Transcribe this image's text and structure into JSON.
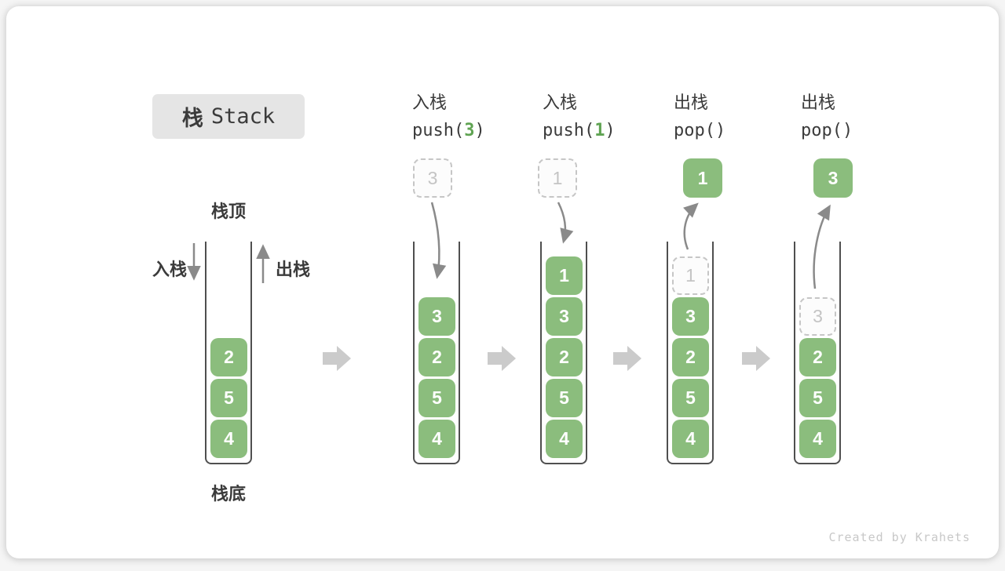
{
  "title": {
    "zh": "栈",
    "en": "Stack"
  },
  "legend": {
    "top": "栈顶",
    "bottom": "栈底",
    "push": "入栈",
    "pop": "出栈"
  },
  "operations": [
    {
      "label": "入栈",
      "code_pre": "push(",
      "code_arg": "3",
      "code_post": ")"
    },
    {
      "label": "入栈",
      "code_pre": "push(",
      "code_arg": "1",
      "code_post": ")"
    },
    {
      "label": "出栈",
      "code_pre": "pop(",
      "code_arg": "",
      "code_post": ")"
    },
    {
      "label": "出栈",
      "code_pre": "pop(",
      "code_arg": "",
      "code_post": ")"
    }
  ],
  "stacks": [
    {
      "items": [
        {
          "value": "2"
        },
        {
          "value": "5"
        },
        {
          "value": "4"
        }
      ]
    },
    {
      "float": {
        "value": "3",
        "style": "dashed"
      },
      "items": [
        {
          "value": "3"
        },
        {
          "value": "2"
        },
        {
          "value": "5"
        },
        {
          "value": "4"
        }
      ]
    },
    {
      "float": {
        "value": "1",
        "style": "dashed"
      },
      "items": [
        {
          "value": "1"
        },
        {
          "value": "3"
        },
        {
          "value": "2"
        },
        {
          "value": "5"
        },
        {
          "value": "4"
        }
      ]
    },
    {
      "float": {
        "value": "1",
        "style": "solid"
      },
      "items": [
        {
          "value": "1",
          "ghost": true
        },
        {
          "value": "3"
        },
        {
          "value": "2"
        },
        {
          "value": "5"
        },
        {
          "value": "4"
        }
      ]
    },
    {
      "float": {
        "value": "3",
        "style": "solid"
      },
      "items": [
        {
          "value": "3",
          "ghost": true
        },
        {
          "value": "2"
        },
        {
          "value": "5"
        },
        {
          "value": "4"
        }
      ]
    }
  ],
  "watermark": "Created by Krahets",
  "colors": {
    "green": "#8bbd7d",
    "code_green": "#5fa352",
    "text": "#3b3b3b",
    "outline": "#4f4f4f",
    "thin_arrow": "#8a8a8a",
    "block_arrow": "#cbcbcb",
    "ghost_border": "#c6c6c6",
    "ghost_text": "#c4c4c4",
    "title_bg": "#e5e5e5",
    "watermark": "#c8c8c8"
  }
}
